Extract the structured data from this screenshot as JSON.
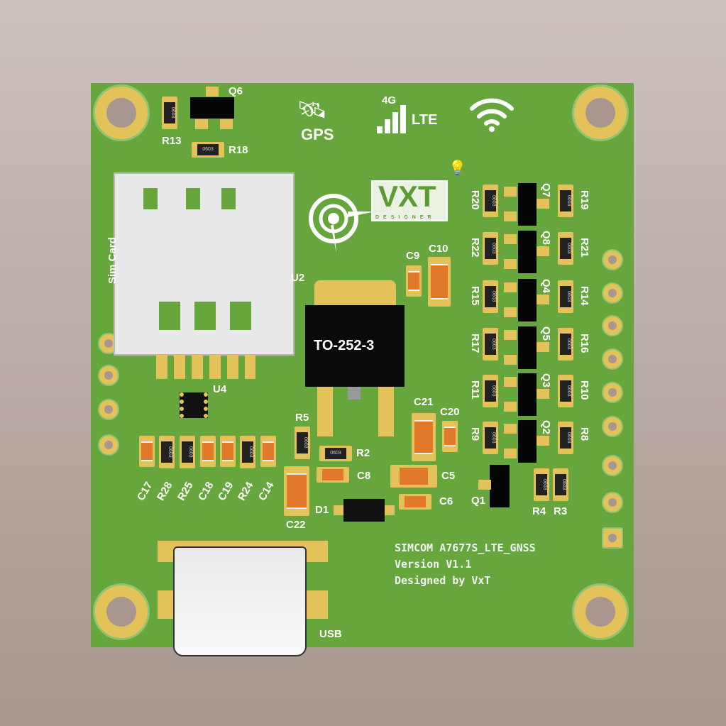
{
  "icons": {
    "gps": "GPS",
    "network_top": "4G",
    "network": "LTE"
  },
  "logo": {
    "brand": "VXT",
    "sub": "DESIGNER"
  },
  "sim_label": "Sim Card",
  "regulator": "TO-252-3",
  "usb_label": "USB",
  "silkscreen": [
    "SIMCOM A7677S_LTE_GNSS",
    "Version V1.1",
    "Designed by VxT"
  ],
  "res_marking": "0603",
  "top": {
    "q6": "Q6",
    "r13": "R13",
    "r18": "R18",
    "u2": "U2",
    "u4": "U4",
    "c9": "C9",
    "c10": "C10"
  },
  "right_rows": [
    {
      "left": "R20",
      "q": "Q7",
      "right": "R19"
    },
    {
      "left": "R22",
      "q": "Q8",
      "right": "R21"
    },
    {
      "left": "R15",
      "q": "Q4",
      "right": "R14"
    },
    {
      "left": "R17",
      "q": "Q5",
      "right": "R16"
    },
    {
      "left": "R11",
      "q": "Q3",
      "right": "R10"
    },
    {
      "left": "R9",
      "q": "Q2",
      "right": "R8"
    }
  ],
  "lower": {
    "q1": "Q1",
    "r4": "R4",
    "r3": "R3",
    "r5": "R5",
    "r2": "R2",
    "c8": "C8",
    "c21": "C21",
    "c20": "C20",
    "c5": "C5",
    "c6": "C6",
    "d1": "D1",
    "c22": "C22"
  },
  "bottom_row": [
    "C17",
    "R28",
    "R25",
    "C18",
    "C19",
    "R24",
    "C14"
  ]
}
